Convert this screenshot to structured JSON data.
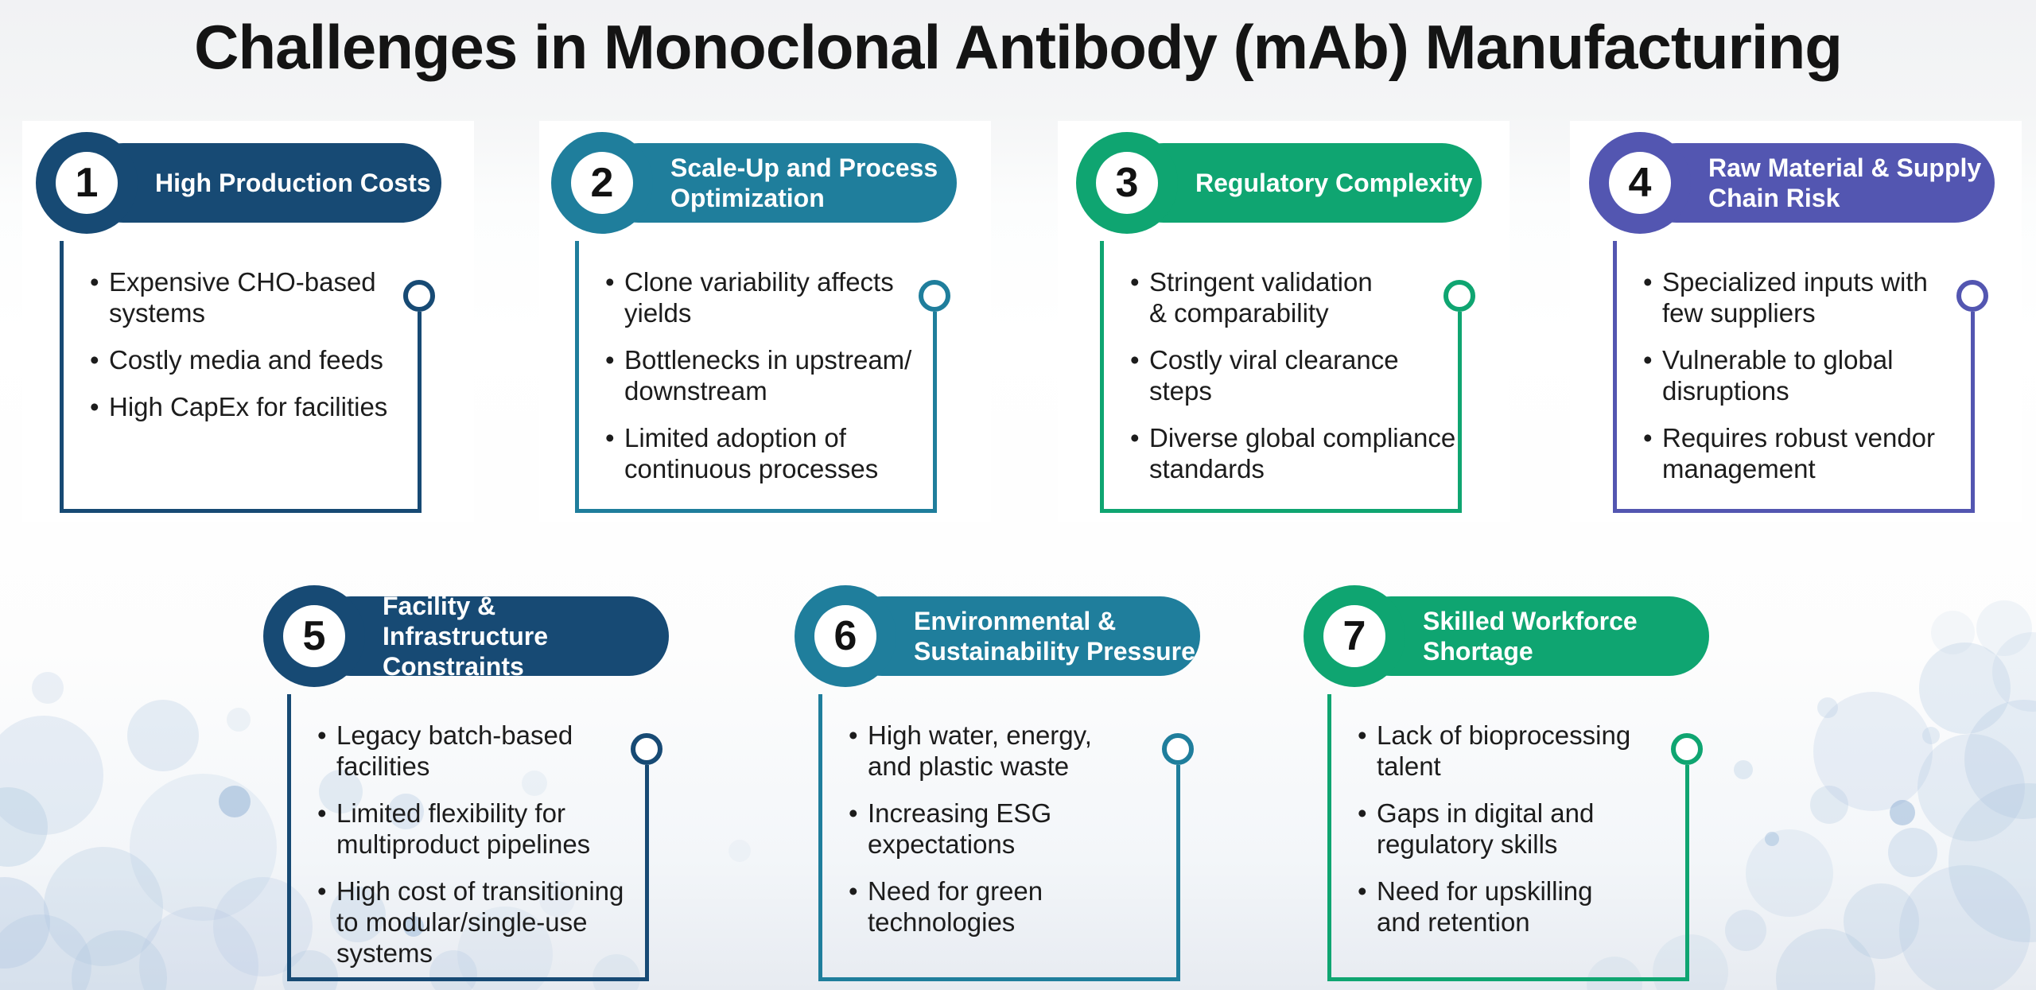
{
  "title": "Challenges in Monoclonal Antibody (mAb) Manufacturing",
  "accent_palette": {
    "navy": "#174a74",
    "teal": "#1f7e9c",
    "green": "#0fa571",
    "purple": "#5356b1"
  },
  "cards": [
    {
      "number": "1",
      "title": "High Production Costs",
      "color": "#174a74",
      "bullets": [
        "Expensive CHO-based\nsystems",
        "Costly media and feeds",
        "High CapEx for facilities"
      ]
    },
    {
      "number": "2",
      "title": "Scale-Up and Process\nOptimization",
      "color": "#1f7e9c",
      "bullets": [
        "Clone variability affects\nyields",
        "Bottlenecks in upstream/\ndownstream",
        "Limited adoption of\ncontinuous processes"
      ]
    },
    {
      "number": "3",
      "title": "Regulatory Complexity",
      "color": "#0fa571",
      "bullets": [
        "Stringent validation\n& comparability",
        "Costly viral clearance\nsteps",
        "Diverse global compliance\nstandards"
      ]
    },
    {
      "number": "4",
      "title": "Raw Material & Supply\nChain Risk",
      "color": "#5356b1",
      "bullets": [
        "Specialized inputs with\nfew suppliers",
        "Vulnerable to global\ndisruptions",
        "Requires robust vendor\nmanagement"
      ]
    },
    {
      "number": "5",
      "title": "Facility & Infrastructure\nConstraints",
      "color": "#174a74",
      "bullets": [
        "Legacy batch-based\nfacilities",
        "Limited flexibility for\nmultiproduct pipelines",
        "High cost of transitioning\nto modular/single-use\nsystems"
      ]
    },
    {
      "number": "6",
      "title": "Environmental &\nSustainability Pressure",
      "color": "#1f7e9c",
      "bullets": [
        "High water, energy,\nand plastic waste",
        "Increasing ESG\nexpectations",
        "Need for green\ntechnologies"
      ]
    },
    {
      "number": "7",
      "title": "Skilled Workforce\nShortage",
      "color": "#0fa571",
      "bullets": [
        "Lack of bioprocessing\ntalent",
        "Gaps in digital and\nregulatory skills",
        "Need for upskilling\nand retention"
      ]
    }
  ]
}
